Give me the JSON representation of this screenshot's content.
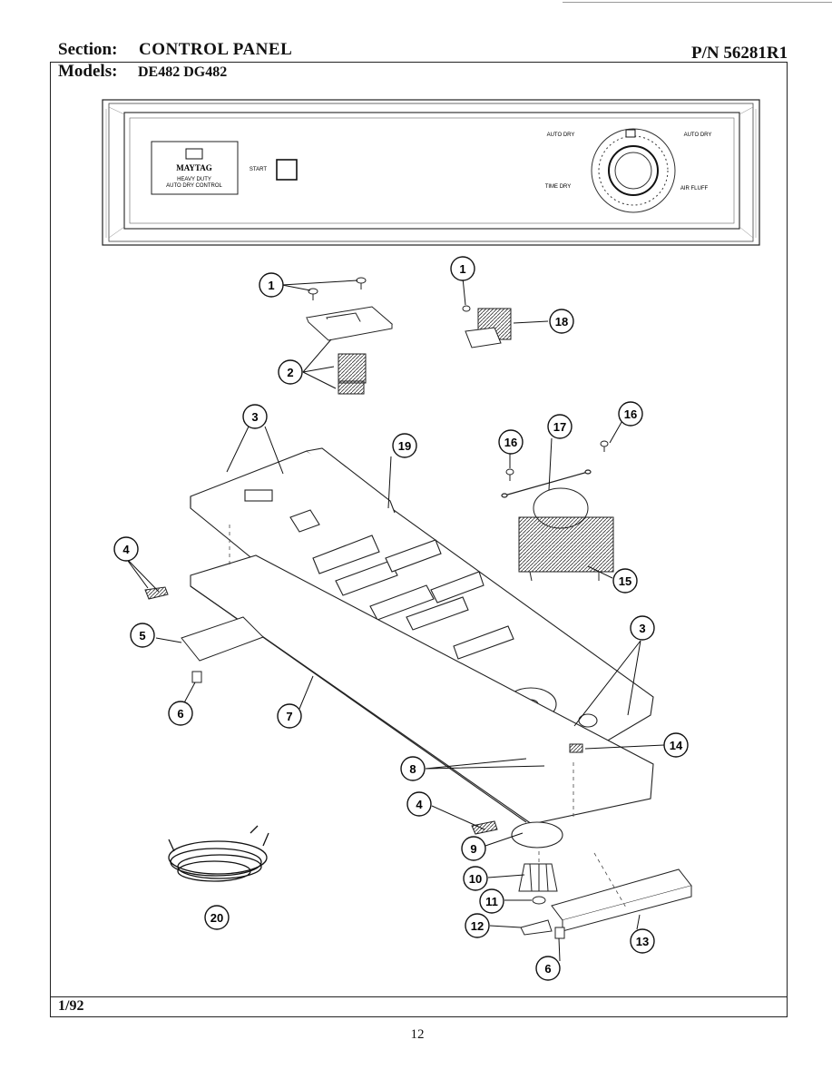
{
  "header": {
    "section_label": "Section:",
    "section_value": "CONTROL PANEL",
    "models_label": "Models:",
    "models_value": "DE482  DG482",
    "part_number": "P/N 56281R1"
  },
  "footer": {
    "date": "1/92",
    "page_number": "12"
  },
  "panel": {
    "brand": "MAYTAG",
    "brand_sub1": "HEAVY DUTY",
    "brand_sub2": "AUTO DRY CONTROL",
    "start_label": "START",
    "dial_labels": {
      "auto_dry_left": "AUTO DRY",
      "time_dry": "TIME DRY",
      "air_fluff": "AIR FLUFF",
      "auto_dry_right": "AUTO DRY"
    }
  },
  "callouts": [
    "1",
    "1",
    "2",
    "3",
    "16",
    "17",
    "16",
    "18",
    "19",
    "4",
    "5",
    "6",
    "7",
    "15",
    "3",
    "14",
    "8",
    "4",
    "9",
    "10",
    "11",
    "12",
    "6",
    "13",
    "20"
  ]
}
